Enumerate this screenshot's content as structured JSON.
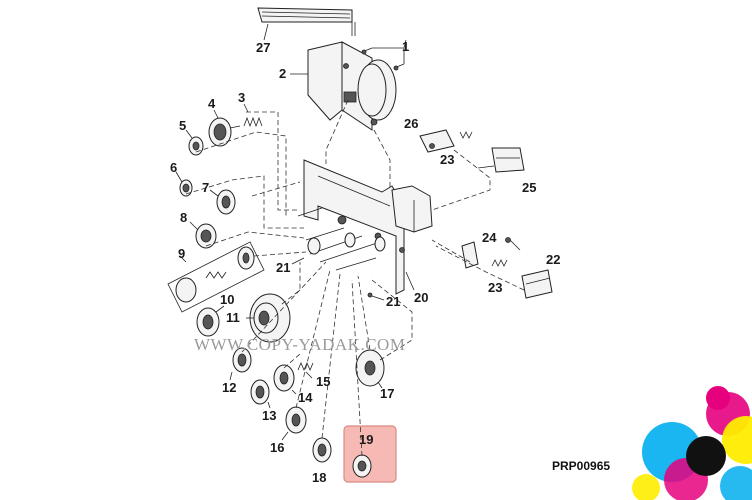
{
  "labels": {
    "p1": "1",
    "p2": "2",
    "p3": "3",
    "p4": "4",
    "p5": "5",
    "p6": "6",
    "p7": "7",
    "p8": "8",
    "p9": "9",
    "p10": "10",
    "p11": "11",
    "p12": "12",
    "p13": "13",
    "p14": "14",
    "p15": "15",
    "p16": "16",
    "p17": "17",
    "p18": "18",
    "p19": "19",
    "p20": "20",
    "p21a": "21",
    "p21b": "21",
    "p22": "22",
    "p23a": "23",
    "p23b": "23",
    "p24": "24",
    "p25": "25",
    "p26": "26",
    "p27": "27"
  },
  "highlight": {
    "part": "19",
    "color": "#f7b9b4",
    "border": "#d98a84"
  },
  "watermark": "WWW.COPY-YADAK.COM",
  "drawing_code": "PRP00965",
  "logo_colors": [
    "#e6007e",
    "#00aeef",
    "#ffed00",
    "#111111"
  ]
}
